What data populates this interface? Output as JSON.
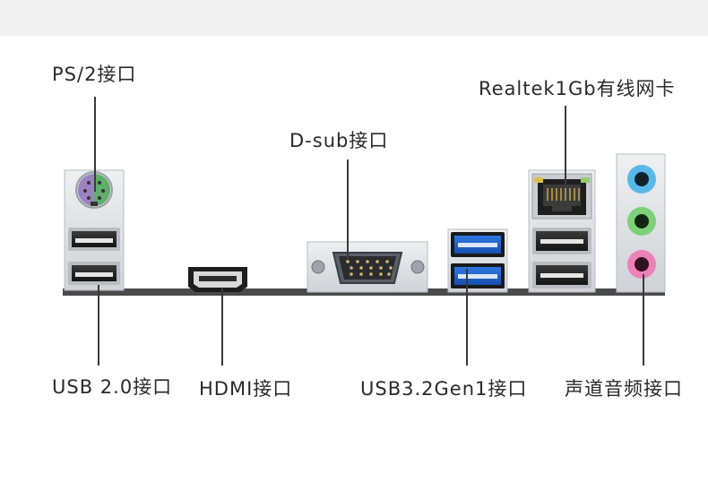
{
  "labels": {
    "ps2": "PS/2接口",
    "lan": "Realtek1Gb有线网卡",
    "dsub": "D-sub接口",
    "usb2": "USB 2.0接口",
    "hdmi": "HDMI接口",
    "usb32": "USB3.2Gen1接口",
    "audio": "声道音频接口"
  },
  "colors": {
    "ps2_port": "#9a84c0",
    "ps2_port_right": "#5fae6a",
    "usb3_blue": "#1e5fc8",
    "audio_blue": "#5ab8e8",
    "audio_green": "#7ed07a",
    "audio_pink": "#ec82b6",
    "io_shield": "#dfe1e4",
    "panel_edge": "#4a4a4a"
  }
}
